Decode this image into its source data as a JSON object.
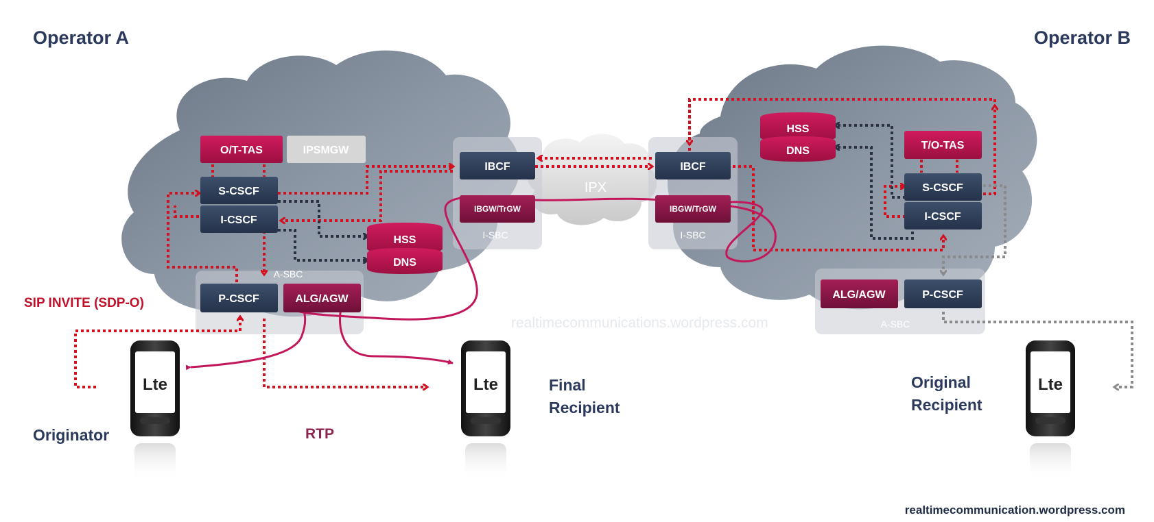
{
  "operator_a": {
    "title": "Operator A"
  },
  "operator_b": {
    "title": "Operator B"
  },
  "nodes_a": {
    "ot_tas": "O/T-TAS",
    "ipsmgw": "IPSMGW",
    "s_cscf": "S-CSCF",
    "i_cscf": "I-CSCF",
    "hss": "HSS",
    "dns": "DNS",
    "p_cscf": "P-CSCF",
    "alg_agw": "ALG/AGW",
    "a_sbc": "A-SBC"
  },
  "isbc_a": {
    "ibcf": "IBCF",
    "ibgw": "IBGW/TrGW",
    "label": "I-SBC"
  },
  "ipx": "IPX",
  "isbc_b": {
    "ibcf": "IBCF",
    "ibgw": "IBGW/TrGW",
    "label": "I-SBC"
  },
  "nodes_b": {
    "hss": "HSS",
    "dns": "DNS",
    "to_tas": "T/O-TAS",
    "s_cscf": "S-CSCF",
    "i_cscf": "I-CSCF",
    "alg_agw": "ALG/AGW",
    "p_cscf": "P-CSCF",
    "a_sbc": "A-SBC"
  },
  "annotations": {
    "sip_invite": "SIP INVITE (SDP-O)",
    "rtp": "RTP",
    "originator": "Originator",
    "final_recipient_1": "Final",
    "final_recipient_2": "Recipient",
    "original_recipient_1": "Original",
    "original_recipient_2": "Recipient"
  },
  "watermark": "realtimecommunications.wordpress.com",
  "footer": "realtimecommunication.wordpress.com",
  "colors": {
    "navy_node": "#2e3e58",
    "crimson_node": "#b3134d",
    "signaling_red": "#d40f1f",
    "signaling_dark": "#2b3040",
    "signaling_grey": "#8a8a8a",
    "media_path": "#c2185b",
    "cloud": "#7d8896"
  },
  "icons": [
    "lte-phone-icon"
  ]
}
